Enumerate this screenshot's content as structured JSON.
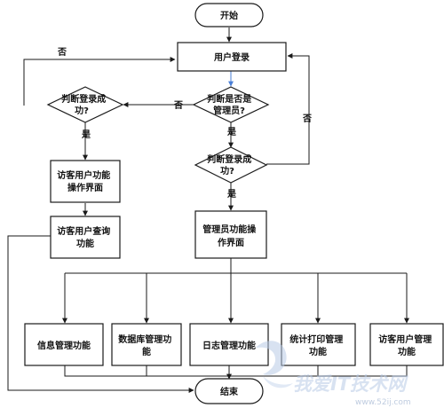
{
  "nodes": {
    "start": "开始",
    "login": "用户登录",
    "check_login_left": [
      "判断登录成",
      "功?"
    ],
    "check_admin": [
      "判断是否是",
      "管理员?"
    ],
    "check_login_mid": [
      "判断登录成",
      "功?"
    ],
    "guest_func_ui": [
      "访客用户功能",
      "操作界面"
    ],
    "guest_query": [
      "访客用户查询",
      "功能"
    ],
    "admin_func_ui": [
      "管理员功能操",
      "作界面"
    ],
    "info_mgmt": "信息管理功能",
    "db_mgmt": [
      "数据库管理功",
      "能"
    ],
    "log_mgmt": "日志管理功能",
    "stat_print": [
      "统计打印管理",
      "功能"
    ],
    "guest_mgmt": [
      "访客用户管理",
      "功能"
    ],
    "end": "结束"
  },
  "edge_labels": {
    "no_left": "否",
    "yes_left": "是",
    "no_admin": "否",
    "yes_admin": "是",
    "no_right": "否",
    "yes_mid": "是"
  },
  "watermark": {
    "brand": "我爱IT技术网",
    "site": "www.52ij.com"
  },
  "colors": {
    "line": "#1a1a1a",
    "accent_arrow": "#4a7fd6",
    "watermark": "#b9cbe6"
  }
}
